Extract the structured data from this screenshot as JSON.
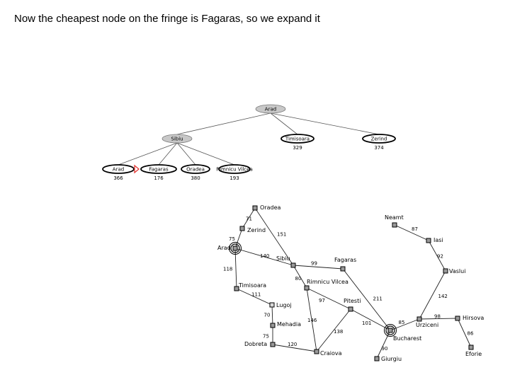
{
  "slide": {
    "title": "Now the cheapest node on the fringe is Fagaras, so we expand it"
  },
  "search_tree": {
    "colors": {
      "expanded": "#c8c8c8",
      "frontier": "#ffffff",
      "selected_marker": "#e53935"
    },
    "nodes": [
      {
        "id": "arad_root",
        "label": "Arad",
        "cost": "",
        "state": "expanded"
      },
      {
        "id": "sibiu",
        "label": "Sibiu",
        "cost": "",
        "state": "expanded"
      },
      {
        "id": "timisoara",
        "label": "Timisoara",
        "cost": "329",
        "state": "frontier"
      },
      {
        "id": "zerind",
        "label": "Zerind",
        "cost": "374",
        "state": "frontier"
      },
      {
        "id": "arad_leaf",
        "label": "Arad",
        "cost": "366",
        "state": "frontier"
      },
      {
        "id": "fagaras",
        "label": "Fagaras",
        "cost": "176",
        "state": "frontier",
        "selected": true
      },
      {
        "id": "oradea_leaf",
        "label": "Oradea",
        "cost": "380",
        "state": "frontier"
      },
      {
        "id": "rimnicu_leaf",
        "label": "Rimnicu Vilcea",
        "cost": "193",
        "state": "frontier"
      }
    ],
    "edges": [
      [
        "arad_root",
        "sibiu"
      ],
      [
        "arad_root",
        "timisoara"
      ],
      [
        "arad_root",
        "zerind"
      ],
      [
        "sibiu",
        "arad_leaf"
      ],
      [
        "sibiu",
        "fagaras"
      ],
      [
        "sibiu",
        "oradea_leaf"
      ],
      [
        "sibiu",
        "rimnicu_leaf"
      ]
    ]
  },
  "map": {
    "cities": [
      {
        "id": "oradea",
        "label": "Oradea",
        "marker": "gray"
      },
      {
        "id": "zerind",
        "label": "Zerind",
        "marker": "gray"
      },
      {
        "id": "arad",
        "label": "Arad",
        "marker": "double"
      },
      {
        "id": "timisoara",
        "label": "Timisoara",
        "marker": "gray"
      },
      {
        "id": "lugoj",
        "label": "Lugoj",
        "marker": "light"
      },
      {
        "id": "mehadia",
        "label": "Mehadia",
        "marker": "gray"
      },
      {
        "id": "dobreta",
        "label": "Dobreta",
        "marker": "gray"
      },
      {
        "id": "sibiu",
        "label": "Sibiu",
        "marker": "gray"
      },
      {
        "id": "fagaras",
        "label": "Fagaras",
        "marker": "gray"
      },
      {
        "id": "rimnicu",
        "label": "Rimnicu Vilcea",
        "marker": "gray"
      },
      {
        "id": "pitesti",
        "label": "Pitesti",
        "marker": "gray"
      },
      {
        "id": "craiova",
        "label": "Craiova",
        "marker": "gray"
      },
      {
        "id": "bucharest",
        "label": "Bucharest",
        "marker": "double"
      },
      {
        "id": "giurgiu",
        "label": "Giurgiu",
        "marker": "gray"
      },
      {
        "id": "urziceni",
        "label": "Urziceni",
        "marker": "gray"
      },
      {
        "id": "hirsova",
        "label": "Hirsova",
        "marker": "gray"
      },
      {
        "id": "eforie",
        "label": "Eforie",
        "marker": "gray"
      },
      {
        "id": "vaslui",
        "label": "Vaslui",
        "marker": "gray"
      },
      {
        "id": "iasi",
        "label": "Iasi",
        "marker": "gray"
      },
      {
        "id": "neamt",
        "label": "Neamt",
        "marker": "gray"
      }
    ],
    "roads": [
      {
        "from": "oradea",
        "to": "zerind",
        "distance": "71"
      },
      {
        "from": "zerind",
        "to": "arad",
        "distance": "75"
      },
      {
        "from": "oradea",
        "to": "sibiu",
        "distance": "151"
      },
      {
        "from": "arad",
        "to": "sibiu",
        "distance": "140"
      },
      {
        "from": "arad",
        "to": "timisoara",
        "distance": "118"
      },
      {
        "from": "timisoara",
        "to": "lugoj",
        "distance": "111"
      },
      {
        "from": "lugoj",
        "to": "mehadia",
        "distance": "70"
      },
      {
        "from": "mehadia",
        "to": "dobreta",
        "distance": "75"
      },
      {
        "from": "dobreta",
        "to": "craiova",
        "distance": "120"
      },
      {
        "from": "sibiu",
        "to": "fagaras",
        "distance": "99"
      },
      {
        "from": "sibiu",
        "to": "rimnicu",
        "distance": "80"
      },
      {
        "from": "rimnicu",
        "to": "pitesti",
        "distance": "97"
      },
      {
        "from": "rimnicu",
        "to": "craiova",
        "distance": "146"
      },
      {
        "from": "craiova",
        "to": "pitesti",
        "distance": "138"
      },
      {
        "from": "fagaras",
        "to": "bucharest",
        "distance": "211"
      },
      {
        "from": "pitesti",
        "to": "bucharest",
        "distance": "101"
      },
      {
        "from": "bucharest",
        "to": "giurgiu",
        "distance": "90"
      },
      {
        "from": "bucharest",
        "to": "urziceni",
        "distance": "85"
      },
      {
        "from": "urziceni",
        "to": "hirsova",
        "distance": "98"
      },
      {
        "from": "hirsova",
        "to": "eforie",
        "distance": "86"
      },
      {
        "from": "urziceni",
        "to": "vaslui",
        "distance": "142"
      },
      {
        "from": "vaslui",
        "to": "iasi",
        "distance": "92"
      },
      {
        "from": "iasi",
        "to": "neamt",
        "distance": "87"
      }
    ]
  }
}
